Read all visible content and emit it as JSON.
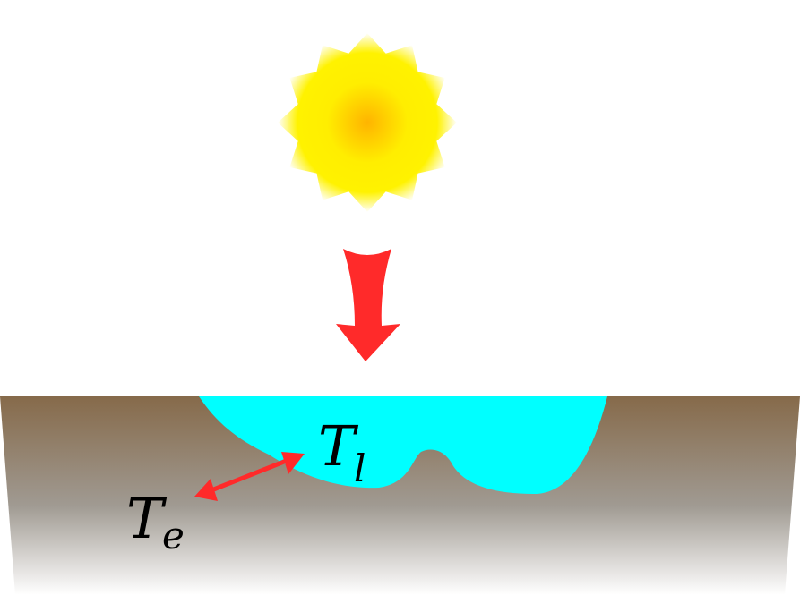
{
  "labels": {
    "liquid_temperature": {
      "base": "T",
      "sub": "l"
    },
    "environment_temperature": {
      "base": "T",
      "sub": "e"
    }
  },
  "icons": {
    "sun": "sun-icon",
    "incoming_heat_arrow": "down-arrow-icon",
    "heat_exchange_arrow": "double-headed-arrow-icon"
  },
  "colors": {
    "sun_center": "#FFB400",
    "sun_mid": "#FFEE00",
    "heat_arrow": "#FF2A2A",
    "liquid": "#00FFFF",
    "ground_top": "#866A4A",
    "ground_bottom": "#FFFFFF",
    "background": "#FFFFFF",
    "text": "#000000"
  }
}
